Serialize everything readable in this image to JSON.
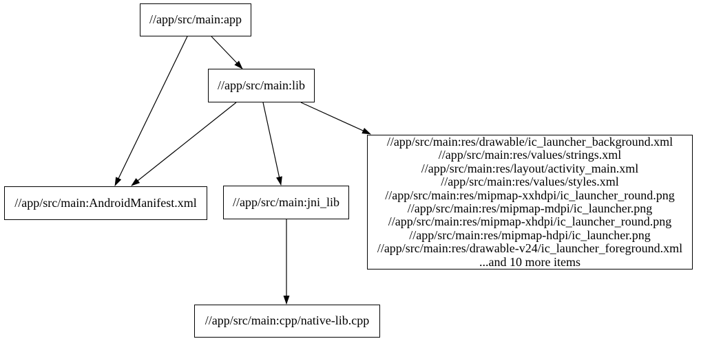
{
  "graph": {
    "background_color": "#ffffff",
    "node_fill_color": "#ffffff",
    "node_border_color": "#000000",
    "text_color": "#000000",
    "edge_color": "#000000",
    "nodes": {
      "app": {
        "label": "//app/src/main:app"
      },
      "lib": {
        "label": "//app/src/main:lib"
      },
      "android_manifest": {
        "label": "//app/src/main:AndroidManifest.xml"
      },
      "jni_lib": {
        "label": "//app/src/main:jni_lib"
      },
      "resources": {
        "lines": [
          "//app/src/main:res/drawable/ic_launcher_background.xml",
          "//app/src/main:res/values/strings.xml",
          "//app/src/main:res/layout/activity_main.xml",
          "//app/src/main:res/values/styles.xml",
          "//app/src/main:res/mipmap-xxhdpi/ic_launcher_round.png",
          "//app/src/main:res/mipmap-mdpi/ic_launcher.png",
          "//app/src/main:res/mipmap-xhdpi/ic_launcher_round.png",
          "//app/src/main:res/mipmap-hdpi/ic_launcher.png",
          "//app/src/main:res/drawable-v24/ic_launcher_foreground.xml",
          "...and 10 more items"
        ]
      },
      "native_lib": {
        "label": "//app/src/main:cpp/native-lib.cpp"
      }
    },
    "edges": [
      {
        "from": "app",
        "to": "android_manifest"
      },
      {
        "from": "app",
        "to": "lib"
      },
      {
        "from": "lib",
        "to": "android_manifest"
      },
      {
        "from": "lib",
        "to": "jni_lib"
      },
      {
        "from": "lib",
        "to": "resources"
      },
      {
        "from": "jni_lib",
        "to": "native_lib"
      }
    ]
  }
}
